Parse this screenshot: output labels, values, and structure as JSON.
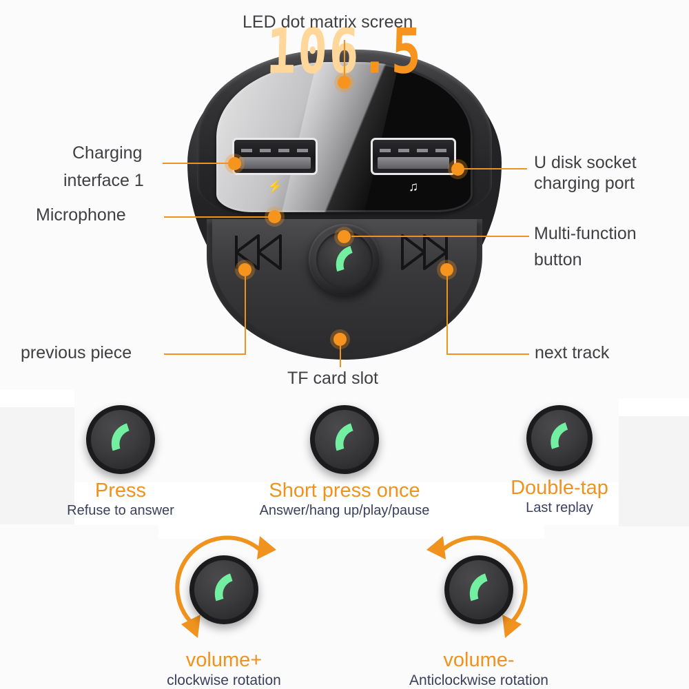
{
  "colors": {
    "accent": "#f0921e",
    "led": "#f7941d",
    "label_text": "#3f3f44",
    "sub_text": "#3a3f5c",
    "phone_icon": "#72efa0",
    "background": "#fbfbfb"
  },
  "device": {
    "led_display": "106.5",
    "usb_left_icon": "lightning-bolt-icon",
    "usb_right_icon": "music-note-icon",
    "usb_left_glyph": "⚡",
    "usb_right_glyph": "♫"
  },
  "callouts": [
    {
      "id": "led-screen",
      "label": "LED dot matrix screen"
    },
    {
      "id": "charging-1-line1",
      "label": "Charging"
    },
    {
      "id": "charging-1-line2",
      "label": "interface 1"
    },
    {
      "id": "microphone",
      "label": "Microphone"
    },
    {
      "id": "udisk-line1",
      "label": "U disk socket"
    },
    {
      "id": "udisk-line2",
      "label": "charging port"
    },
    {
      "id": "multifunc-line1",
      "label": "Multi-function"
    },
    {
      "id": "multifunc-line2",
      "label": "button"
    },
    {
      "id": "previous-piece",
      "label": "previous piece"
    },
    {
      "id": "tf-card-slot",
      "label": "TF card slot"
    },
    {
      "id": "next-track",
      "label": "next track"
    }
  ],
  "actions": [
    {
      "id": "press",
      "title": "Press",
      "desc": "Refuse to answer"
    },
    {
      "id": "short-press-once",
      "title": "Short press once",
      "desc": "Answer/hang up/play/pause"
    },
    {
      "id": "double-tap",
      "title": "Double-tap",
      "desc": "Last replay"
    }
  ],
  "rotations": [
    {
      "id": "volume-up",
      "title": "volume+",
      "desc": "clockwise rotation",
      "direction": "clockwise"
    },
    {
      "id": "volume-down",
      "title": "volume-",
      "desc": "Anticlockwise rotation",
      "direction": "anticlockwise"
    }
  ]
}
